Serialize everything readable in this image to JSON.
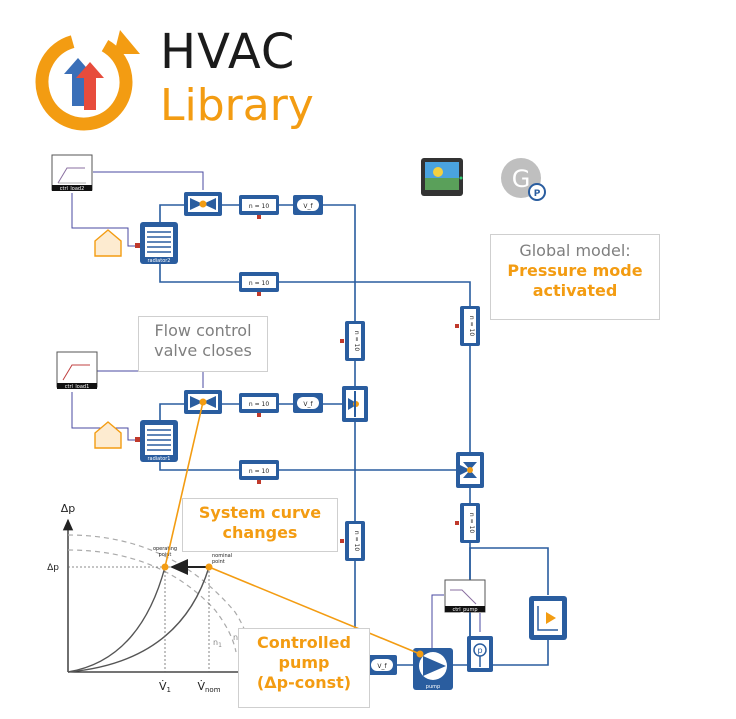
{
  "logo": {
    "line1": "HVAC",
    "line2": "Library"
  },
  "callouts": {
    "global_model": {
      "line1": "Global model:",
      "line2": "Pressure mode",
      "line3": "activated"
    },
    "valve_closes": {
      "line1": "Flow control",
      "line2": "valve closes"
    },
    "system_curve": {
      "line1": "System curve",
      "line2": "changes"
    },
    "controlled_pump": {
      "line1": "Controlled",
      "line2": "pump",
      "line3": "(Δp-const)"
    }
  },
  "components": {
    "ctrl_load2": "ctrl_load2",
    "ctrl_load1": "ctrl_load1",
    "ctrl_pump": "ctrl_pump",
    "radiator2": "radiator2",
    "radiator1": "radiator1",
    "pipe_label": "n = 10",
    "flow_sensor": "V_f",
    "pump": "pump",
    "heat_source": "heat_gas",
    "pressure_symbol": "p",
    "global_g": "G",
    "global_p": "P"
  },
  "graph": {
    "ylabel": "Δp",
    "ytick": "Δp",
    "xlabel": "V̇",
    "xtick1": "V̇",
    "xtick1_sub": "1",
    "xtick2": "V̇",
    "xtick2_sub": "nom",
    "operating_point": [
      "operating",
      "point"
    ],
    "nominal_point": [
      "nominal",
      "point"
    ],
    "n1": "n",
    "n1_sub": "1",
    "n2": "n",
    "n2_sub": "2"
  },
  "colors": {
    "accent": "#f39c12",
    "block": "#2a5d9f",
    "pipe": "#2a5d9f",
    "grey": "#7f7f7f"
  }
}
